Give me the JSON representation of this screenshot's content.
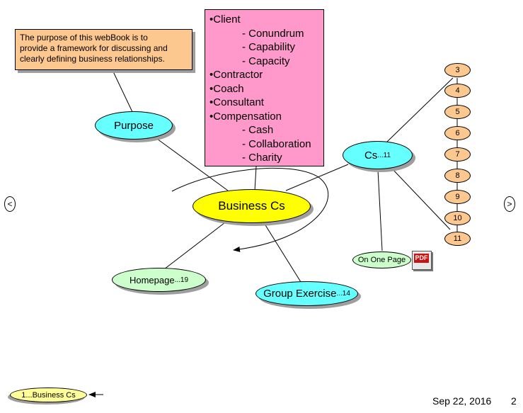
{
  "note": {
    "lines": [
      "The purpose of this webBook is to",
      "provide a framework for discussing and",
      "clearly defining business relationships."
    ]
  },
  "outline": {
    "items": [
      {
        "text": "Client",
        "bullet": "•",
        "level": 0
      },
      {
        "text": "- Conundrum",
        "level": 1
      },
      {
        "text": "- Capability",
        "level": 1
      },
      {
        "text": "- Capacity",
        "level": 1
      },
      {
        "text": "Contractor",
        "bullet": "•",
        "level": 0
      },
      {
        "text": "Coach",
        "bullet": "•",
        "level": 0
      },
      {
        "text": "Consultant",
        "bullet": "•",
        "level": 0
      },
      {
        "text": "Compensation",
        "bullet": "•",
        "level": 0
      },
      {
        "text": "- Cash",
        "level": 1
      },
      {
        "text": "- Collaboration",
        "level": 1
      },
      {
        "text": "- Charity",
        "level": 1
      }
    ]
  },
  "nodes": {
    "purpose": "Purpose",
    "center": "Business Cs",
    "cs": {
      "label": "Cs",
      "count": "...11"
    },
    "homepage": {
      "label": "Homepage",
      "count": "...19"
    },
    "group": {
      "label": "Group Exercise",
      "count": "...14"
    },
    "one_page": "On One Page",
    "breadcrumb": "1...Business Cs"
  },
  "numbered": [
    "3",
    "4",
    "5",
    "6",
    "7",
    "8",
    "9",
    "10",
    "11"
  ],
  "pdf_label": "PDF",
  "nav": {
    "prev": "<",
    "next": ">"
  },
  "footer": {
    "date": "Sep 22, 2016",
    "page": "2"
  },
  "colors": {
    "cyan": "#66ffff",
    "yellow": "#ffff00",
    "light_green": "#ccffcc",
    "light_yellow": "#ffff99",
    "orange": "#fcc890",
    "pink": "#ff99cc"
  }
}
